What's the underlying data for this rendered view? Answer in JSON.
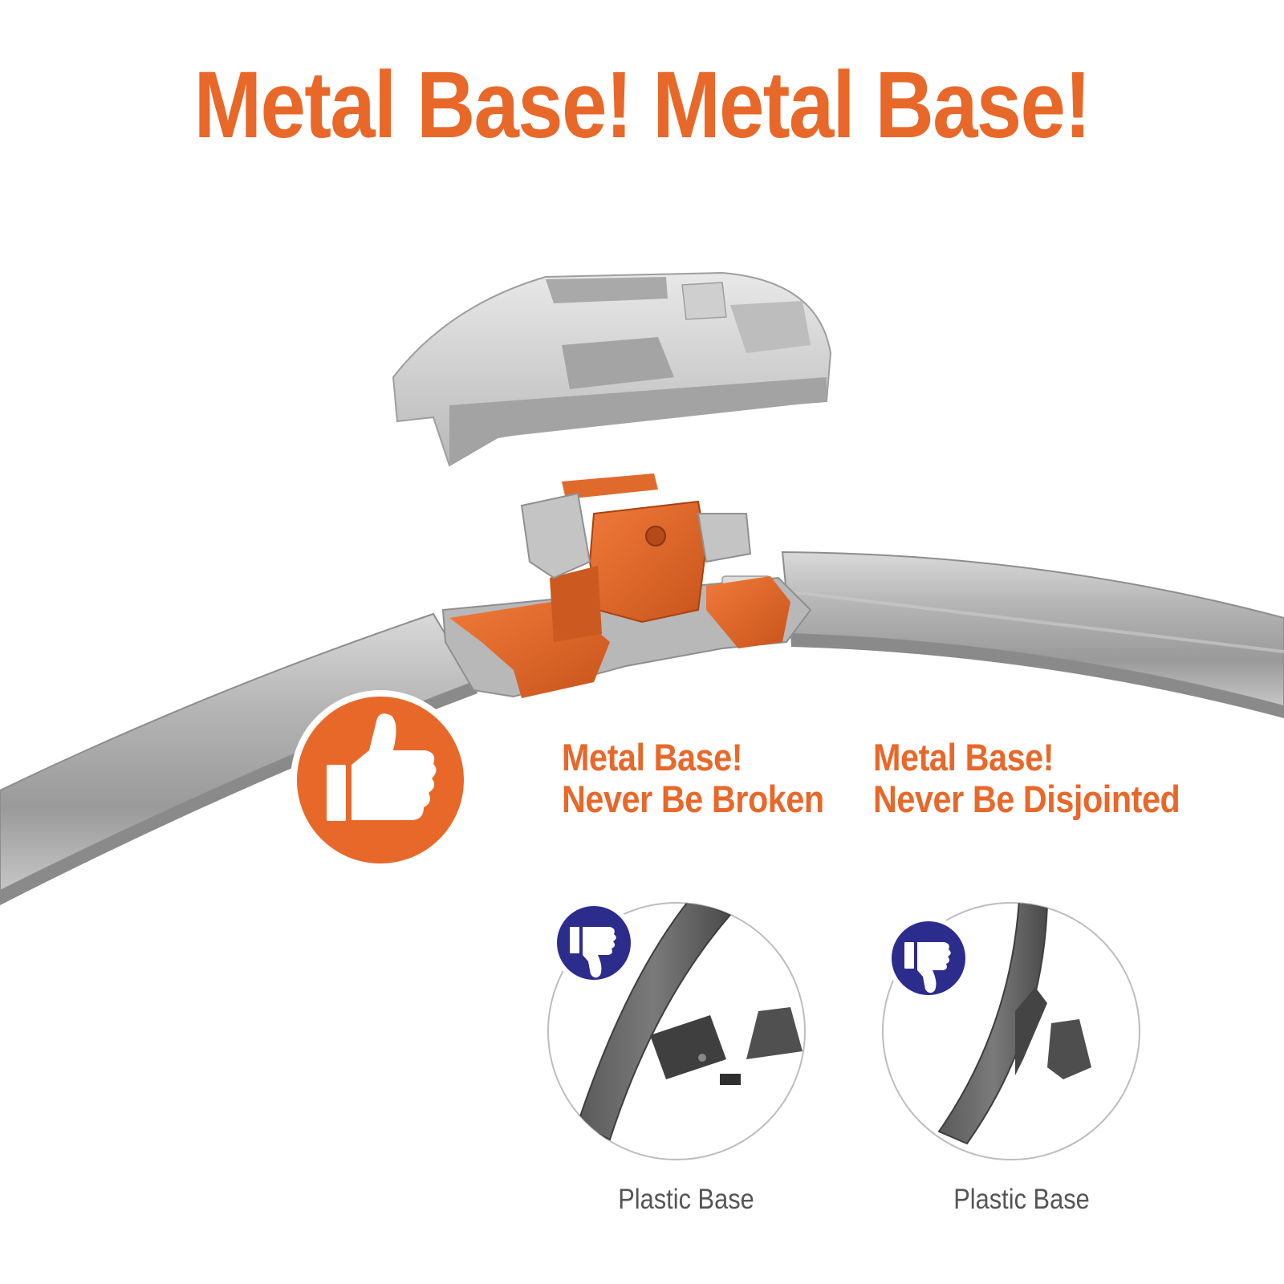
{
  "headline": "Metal Base! Metal Base!",
  "claims": [
    {
      "line1": "Metal Base!",
      "line2": "Never Be Broken"
    },
    {
      "line1": "Metal Base!",
      "line2": "Never Be Disjointed"
    }
  ],
  "comparisons": [
    {
      "caption": "Plastic Base"
    },
    {
      "caption": "Plastic Base"
    }
  ],
  "icons": {
    "approve": "thumbs-up-icon",
    "reject": "thumbs-down-icon"
  },
  "colors": {
    "accent": "#E8682A",
    "reject_badge": "#2C2C8C",
    "caption_text": "#555555",
    "blade_gray": "#A9A9A9"
  }
}
